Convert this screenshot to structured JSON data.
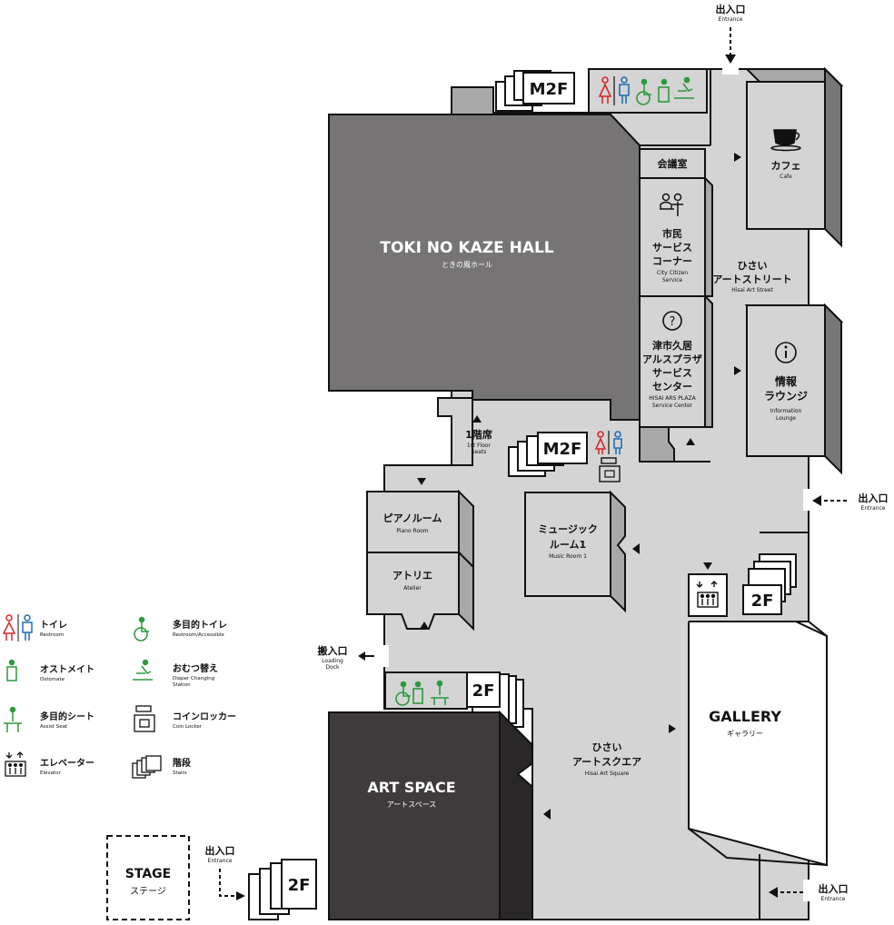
{
  "colors": {
    "floor": "#d4d4d4",
    "wall_gray": "#a8a8a8",
    "hall": "#767474",
    "hall_side": "#4e4c4c",
    "art_space": "#3f3b3c",
    "art_space_side": "#2a2728",
    "outline": "#111111",
    "white": "#ffffff",
    "red": "#d9262a",
    "blue": "#1f6fb5",
    "green": "#2a9a3e"
  },
  "rooms": {
    "hall": {
      "name": "TOKI NO KAZE HALL",
      "sub": "ときの風ホール"
    },
    "art_space": {
      "name": "ART SPACE",
      "sub": "アートスペース"
    },
    "gallery": {
      "name": "GALLERY",
      "sub": "ギャラリー"
    },
    "cafe": {
      "name": "カフェ",
      "sub": "Cafe"
    },
    "meeting": {
      "name": "会議室"
    },
    "citizen": {
      "line1": "市民",
      "line2": "サービス",
      "line3": "コーナー",
      "sub1": "City Citizen",
      "sub2": "Service"
    },
    "service_center": {
      "line1": "津市久居",
      "line2": "アルスプラザ",
      "line3": "サービス",
      "line4": "センター",
      "sub1": "HISAI ARS PLAZA",
      "sub2": "Service Center"
    },
    "info": {
      "line1": "情報",
      "line2": "ラウンジ",
      "sub1": "Information",
      "sub2": "Lounge"
    },
    "piano": {
      "name": "ピアノルーム",
      "sub": "Piano Room"
    },
    "atelier": {
      "name": "アトリエ",
      "sub": "Atelier"
    },
    "music": {
      "line1": "ミュージック",
      "line2": "ルーム1",
      "sub": "Music Room 1"
    },
    "stage": {
      "name": "STAGE",
      "sub": "ステージ"
    },
    "seats": {
      "name": "1階席",
      "sub1": "1st Floor",
      "sub2": "Seats"
    }
  },
  "areas": {
    "street": {
      "line1": "ひさい",
      "line2": "アートストリート",
      "sub": "Hisai Art Street"
    },
    "square": {
      "line1": "ひさい",
      "line2": "アートスクエア",
      "sub": "Hisai Art Square"
    }
  },
  "entrances": {
    "label": "出入口",
    "sub": "Entrance",
    "loading": {
      "line1": "搬入口",
      "sub1": "Loading",
      "sub2": "Dock"
    }
  },
  "stairs_labels": {
    "m2f": "M2F",
    "twof": "2F"
  },
  "legend": [
    {
      "icon": "restroom-icon",
      "ja": "トイレ",
      "en": "Restroom"
    },
    {
      "icon": "ostomate-icon",
      "ja": "オストメイト",
      "en": "Ostomate"
    },
    {
      "icon": "assist-seat-icon",
      "ja": "多目的シート",
      "en": "Assist Seat"
    },
    {
      "icon": "elevator-icon",
      "ja": "エレベーター",
      "en": "Elevator"
    },
    {
      "icon": "accessible-restroom-icon",
      "ja": "多目的トイレ",
      "en": "Restroom/Accessible"
    },
    {
      "icon": "diaper-station-icon",
      "ja": "おむつ替え",
      "en": "Diaper Changing",
      "en2": "Station"
    },
    {
      "icon": "coin-locker-icon",
      "ja": "コインロッカー",
      "en": "Coin Locker"
    },
    {
      "icon": "stairs-icon",
      "ja": "階段",
      "en": "Stairs"
    }
  ]
}
